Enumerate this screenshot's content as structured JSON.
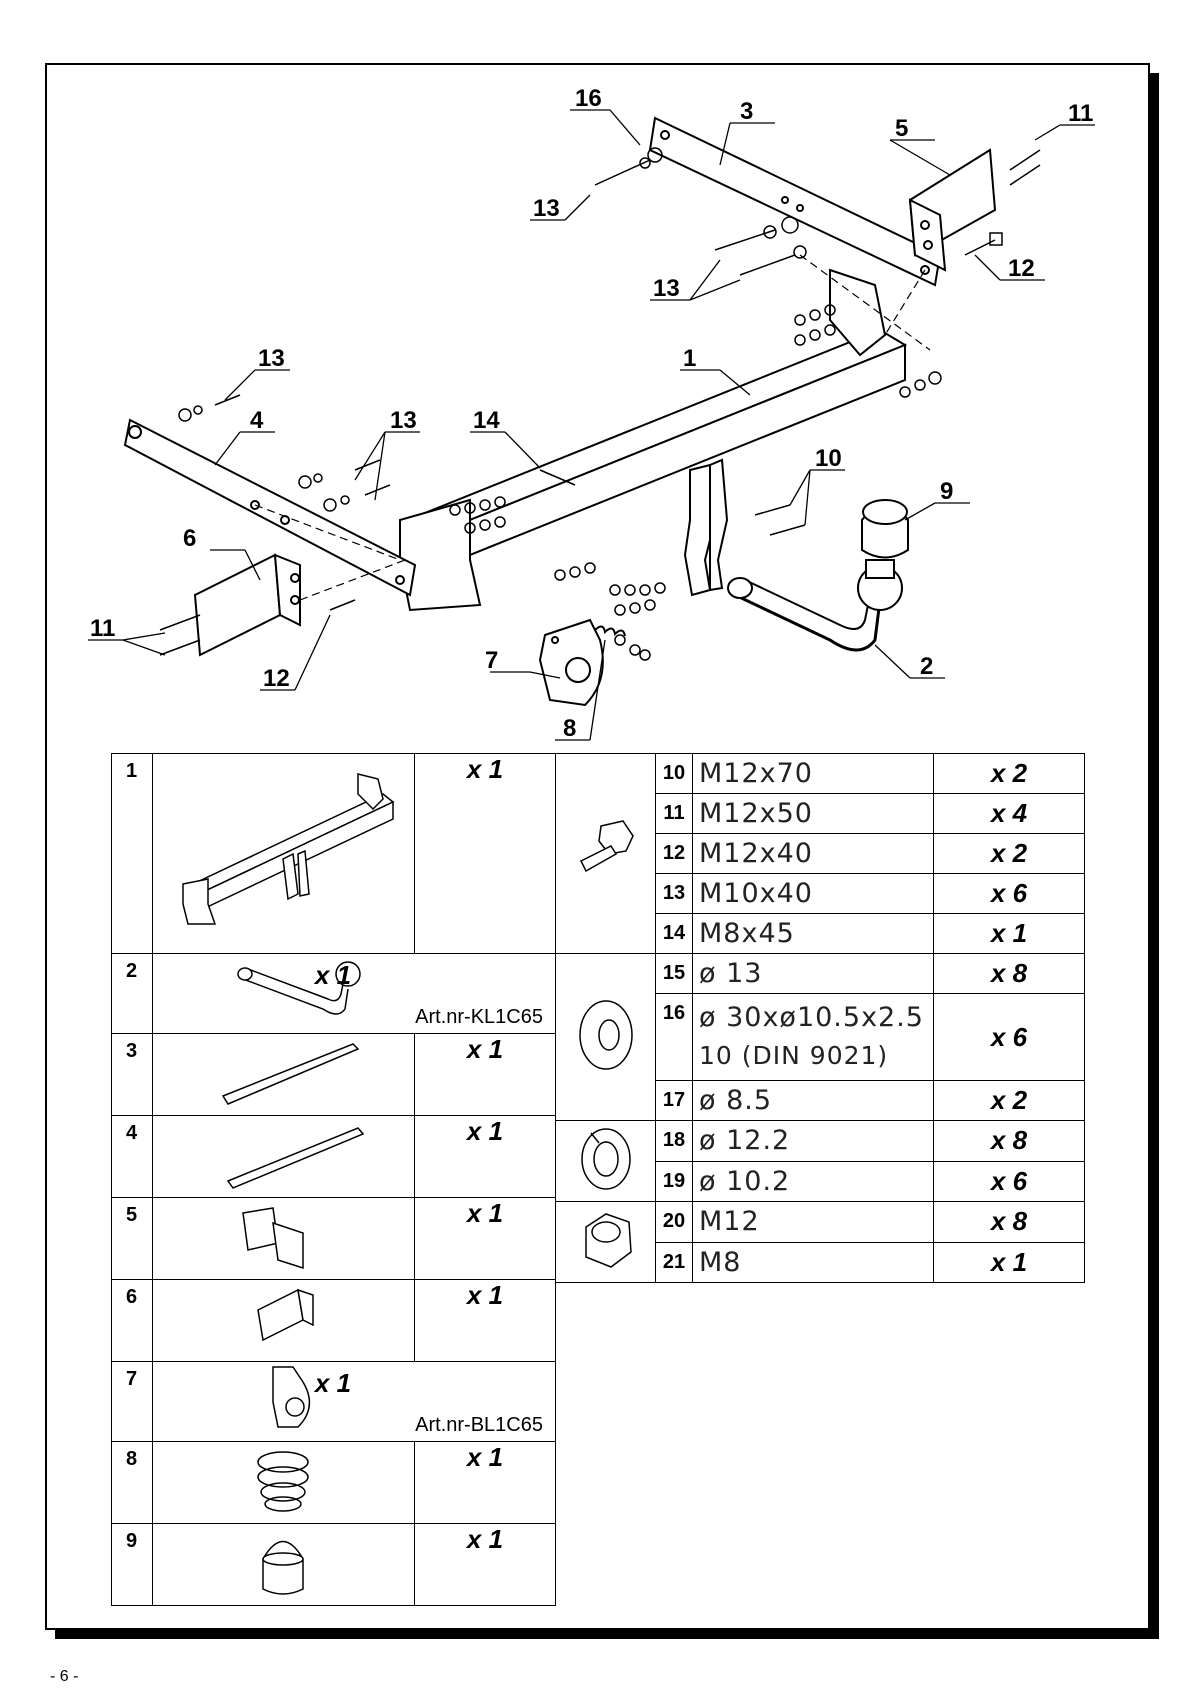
{
  "page_number": "- 6 -",
  "callouts": [
    "1",
    "2",
    "3",
    "4",
    "5",
    "6",
    "7",
    "8",
    "9",
    "10",
    "11",
    "11",
    "12",
    "12",
    "13",
    "13",
    "13",
    "13",
    "14",
    "16"
  ],
  "parts": [
    {
      "num": "1",
      "qty": "x 1",
      "art": ""
    },
    {
      "num": "2",
      "qty": "x 1",
      "art": "Art.nr-KL1C65"
    },
    {
      "num": "3",
      "qty": "x 1",
      "art": ""
    },
    {
      "num": "4",
      "qty": "x 1",
      "art": ""
    },
    {
      "num": "5",
      "qty": "x 1",
      "art": ""
    },
    {
      "num": "6",
      "qty": "x 1",
      "art": ""
    },
    {
      "num": "7",
      "qty": "x 1",
      "art": "Art.nr-BL1C65"
    },
    {
      "num": "8",
      "qty": "x 1",
      "art": ""
    },
    {
      "num": "9",
      "qty": "x 1",
      "art": ""
    }
  ],
  "hardware": [
    {
      "num": "10",
      "spec": "M12x70",
      "qty": "x 2"
    },
    {
      "num": "11",
      "spec": "M12x50",
      "qty": "x 4"
    },
    {
      "num": "12",
      "spec": "M12x40",
      "qty": "x 2"
    },
    {
      "num": "13",
      "spec": "M10x40",
      "qty": "x 6"
    },
    {
      "num": "14",
      "spec": "M8x45",
      "qty": "x 1"
    },
    {
      "num": "15",
      "spec": "ø 13",
      "qty": "x 8"
    },
    {
      "num": "16",
      "spec": "ø 30xø10.5x2.5",
      "spec2": "10  (DIN 9021)",
      "qty": "x 6"
    },
    {
      "num": "17",
      "spec": "ø 8.5",
      "qty": "x 2"
    },
    {
      "num": "18",
      "spec": "ø 12.2",
      "qty": "x 8"
    },
    {
      "num": "19",
      "spec": "ø 10.2",
      "qty": "x 6"
    },
    {
      "num": "20",
      "spec": "M12",
      "qty": "x 8"
    },
    {
      "num": "21",
      "spec": "M8",
      "qty": "x 1"
    }
  ]
}
